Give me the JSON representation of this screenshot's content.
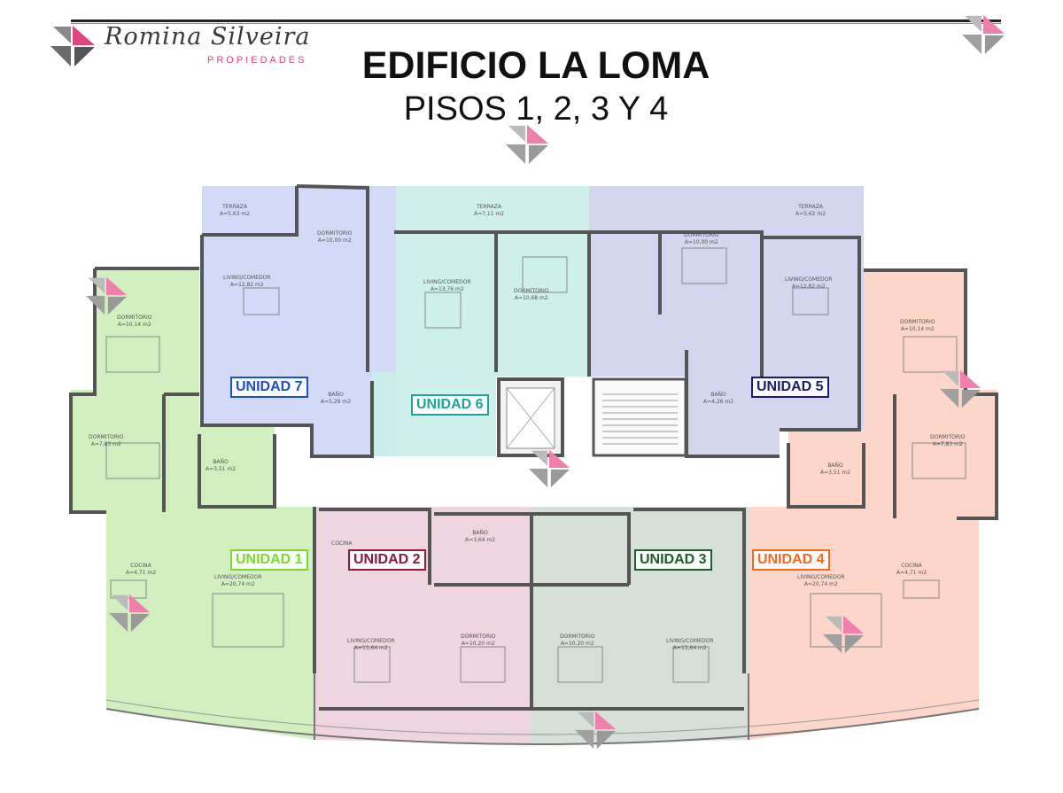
{
  "brand": {
    "name": "Romina Silveira",
    "tagline": "PROPIEDADES",
    "accent": "#e0457e",
    "grey": "#6b6b6b"
  },
  "header": {
    "title": "EDIFICIO LA LOMA",
    "subtitle": "PISOS 1, 2, 3 Y 4"
  },
  "units": [
    {
      "label": "UNIDAD 1",
      "color": "#7bd930",
      "fill": "#cdeeb8"
    },
    {
      "label": "UNIDAD 2",
      "color": "#8b1a3b",
      "fill": "#ecd0dc"
    },
    {
      "label": "UNIDAD 3",
      "color": "#215c2a",
      "fill": "#d3ddd4"
    },
    {
      "label": "UNIDAD 4",
      "color": "#f26b21",
      "fill": "#fcd2c3"
    },
    {
      "label": "UNIDAD 5",
      "color": "#1a1d6b",
      "fill": "#cfd2ee"
    },
    {
      "label": "UNIDAD 6",
      "color": "#1fa39a",
      "fill": "#c9ede8"
    },
    {
      "label": "UNIDAD 7",
      "color": "#1f4fc2",
      "fill": "#cdd6f6"
    }
  ],
  "rooms": {
    "terraza7": [
      "TERRAZA",
      "A=5,63 m2"
    ],
    "dorm7": [
      "DORMITORIO",
      "A=10,00 m2"
    ],
    "living7": [
      "LIVING/COMEDOR",
      "A=12,82 m2"
    ],
    "bano7": [
      "BAÑO",
      "A=5,29 m2"
    ],
    "terraza6": [
      "TERRAZA",
      "A=7,11 m2"
    ],
    "living6": [
      "LIVING/COMEDOR",
      "A=13,76 m2"
    ],
    "dorm6": [
      "DORMITORIO",
      "A=10,68 m2"
    ],
    "dorm5": [
      "DORMITORIO",
      "A=10,00 m2"
    ],
    "terraza5": [
      "TERRAZA",
      "A=5,62 m2"
    ],
    "living5": [
      "LIVING/COMEDOR",
      "A=12,82 m2"
    ],
    "bano5": [
      "BAÑO",
      "A=4,26 m2"
    ],
    "dorm1a": [
      "DORMITORIO",
      "A=10,14 m2"
    ],
    "dorm1b": [
      "DORMITORIO",
      "A=7,83 m2"
    ],
    "bano1": [
      "BAÑO",
      "A=3,51 m2"
    ],
    "cocina1": [
      "COCINA",
      "A=4,71 m2"
    ],
    "living1": [
      "LIVING/COMEDOR",
      "A=20,74 m2"
    ],
    "cocina2": [
      "COCINA",
      ""
    ],
    "bano2": [
      "BAÑO",
      "A=3,64 m2"
    ],
    "living2": [
      "LIVING/COMEDOR",
      "A=13,64 m2"
    ],
    "dorm2": [
      "DORMITORIO",
      "A=10,20 m2"
    ],
    "dorm3": [
      "DORMITORIO",
      "A=10,20 m2"
    ],
    "living3": [
      "LIVING/COMEDOR",
      "A=13,64 m2"
    ],
    "dorm4a": [
      "DORMITORIO",
      "A=10,14 m2"
    ],
    "dorm4b": [
      "DORMITORIO",
      "A=7,83 m2"
    ],
    "bano4": [
      "BAÑO",
      "A=3,51 m2"
    ],
    "cocina4": [
      "COCINA",
      "A=4,71 m2"
    ],
    "living4": [
      "LIVING/COMEDOR",
      "A=20,74 m2"
    ]
  }
}
